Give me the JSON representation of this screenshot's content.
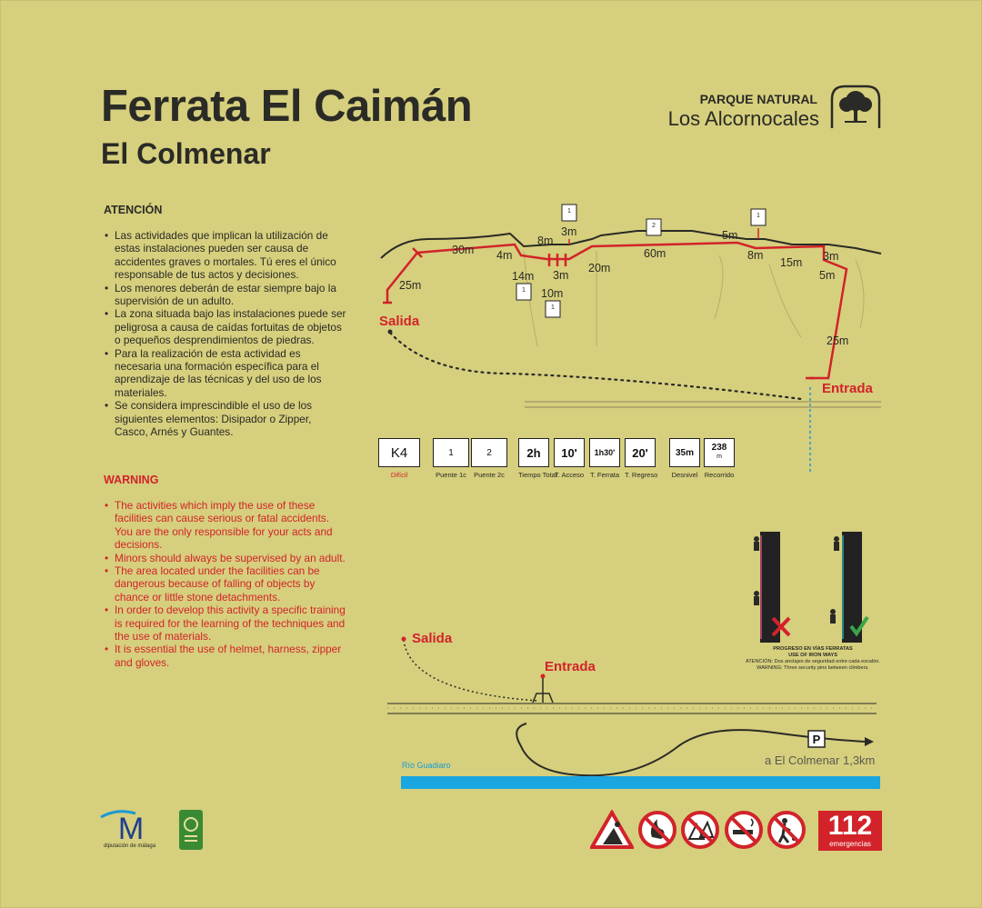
{
  "header": {
    "title": "Ferrata El Caimán",
    "subtitle": "El Colmenar",
    "park_top": "PARQUE NATURAL",
    "park_name": "Los Alcornocales"
  },
  "atencion": {
    "heading": "ATENCIÓN",
    "items": [
      "Las actividades que implican la utilización de estas instalaciones pueden ser causa de accidentes graves o mortales. Tú eres el único responsable de tus actos y decisiones.",
      "Los menores deberán de estar siempre bajo la supervisión de un adulto.",
      "La zona situada bajo las instalaciones puede ser peligrosa a causa de caídas fortuitas de objetos o pequeños desprendimientos de piedras.",
      "Para la realización de esta actividad es necesaria una formación específica para el aprendizaje de las técnicas y del uso de los materiales.",
      "Se considera imprescindible el uso de los siguientes elementos: Disipador o Zipper, Casco, Arnés y Guantes."
    ]
  },
  "warning": {
    "heading": "WARNING",
    "items": [
      "The activities which imply the use of these facilities can cause serious or fatal accidents. You are the only responsible for your acts and decisions.",
      "Minors should always be supervised by an adult.",
      "The area located under the facilities can be dangerous because of falling of objects by chance or little stone detachments.",
      "In order to develop this activity a specific training is required for the learning of the techniques and the use of materials.",
      "It is essential the use of helmet, harness, zipper and gloves."
    ]
  },
  "route": {
    "exit_label": "Salida",
    "entry_label": "Entrada",
    "segments": [
      "25m",
      "30m",
      "4m",
      "8m",
      "3m",
      "14m",
      "3m",
      "10m",
      "20m",
      "60m",
      "5m",
      "8m",
      "15m",
      "3m",
      "5m",
      "25m"
    ]
  },
  "legend": [
    {
      "value": "K4",
      "caption": "Difícil"
    },
    {
      "value": "1",
      "caption": "Puente 1c"
    },
    {
      "value": "2",
      "caption": "Puente 2c"
    },
    {
      "value": "2h",
      "caption": "Tiempo Total"
    },
    {
      "value": "10'",
      "caption": "T. Acceso"
    },
    {
      "value": "1h30'",
      "caption": "T. Ferrata"
    },
    {
      "value": "20'",
      "caption": "T. Regreso"
    },
    {
      "value": "35m",
      "caption": "Desnivel"
    },
    {
      "value": "238",
      "sub": "m",
      "caption": "Recorrido"
    }
  ],
  "bridge_badges": [
    "1",
    "1",
    "1",
    "2",
    "1"
  ],
  "access_map": {
    "exit_label": "Salida",
    "entry_label": "Entrada",
    "river": "Río Guadiaro",
    "parking": "P",
    "direction": "a El Colmenar 1,3km"
  },
  "iron_ways": {
    "caption_1": "PROGRESO EN VÍAS FERRATAS",
    "caption_2": "USE OF IRON WAYS",
    "caption_3": "ATENCIÓN: Dos anclajes de seguridad entre cada escalón.",
    "caption_4": "WARNING: Three security pins between climbers."
  },
  "footer": {
    "dip_caption": "diputación de málaga",
    "logo_letter": "M",
    "emergency_number": "112",
    "emergency_label": "emergencias"
  },
  "colors": {
    "background": "#d6cf7d",
    "route": "#d2232a",
    "text": "#2a2a26",
    "river": "#1a9ad6"
  }
}
